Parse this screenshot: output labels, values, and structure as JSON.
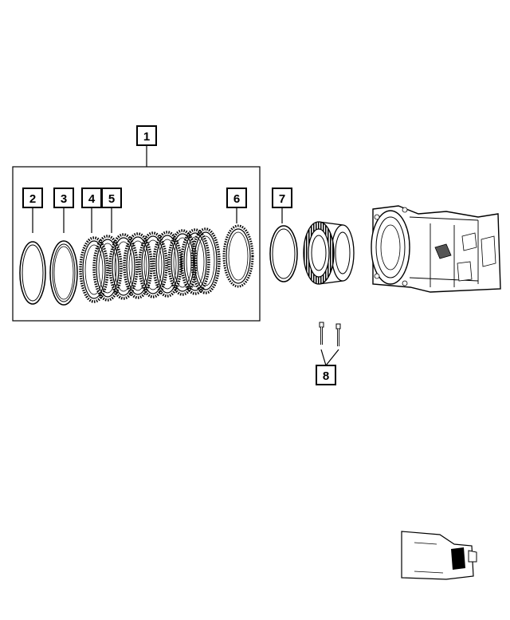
{
  "diagram": {
    "colors": {
      "line": "#000000",
      "background": "#ffffff",
      "shade": "#555555"
    },
    "callouts": [
      {
        "id": "1",
        "label": "1"
      },
      {
        "id": "2",
        "label": "2"
      },
      {
        "id": "3",
        "label": "3"
      },
      {
        "id": "4",
        "label": "4"
      },
      {
        "id": "5",
        "label": "5"
      },
      {
        "id": "6",
        "label": "6"
      },
      {
        "id": "7",
        "label": "7"
      },
      {
        "id": "8",
        "label": "8"
      }
    ],
    "parts": [
      {
        "name": "snap-ring",
        "callout": "2"
      },
      {
        "name": "pressure-plate",
        "callout": "3"
      },
      {
        "name": "clutch-disc",
        "callout": "4"
      },
      {
        "name": "clutch-plate",
        "callout": "5"
      },
      {
        "name": "reaction-plate",
        "callout": "6"
      },
      {
        "name": "spacer-ring",
        "callout": "7"
      },
      {
        "name": "clutch-hub",
        "callout": ""
      },
      {
        "name": "transmission-case",
        "callout": ""
      },
      {
        "name": "bolts",
        "callout": "8"
      },
      {
        "name": "locator-thumbnail",
        "callout": ""
      }
    ]
  }
}
